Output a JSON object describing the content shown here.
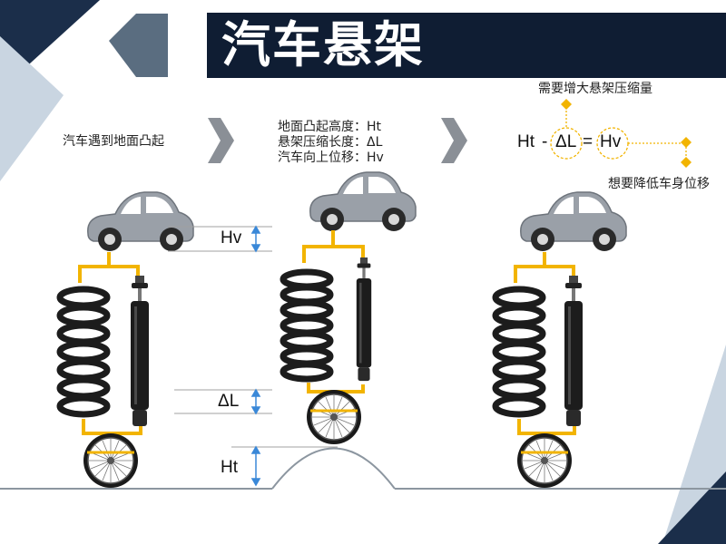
{
  "title": "汽车悬架",
  "panels": {
    "left_caption": "汽车遇到地面凸起",
    "middle_captions": [
      "地面凸起高度：Ht",
      "悬架压缩长度：ΔL",
      "汽车向上位移：Hv"
    ]
  },
  "formula": {
    "left_term": "Ht",
    "minus": "-",
    "middle_term": "ΔL",
    "equals": "=",
    "right_term": "Hv",
    "note_top": "需要增大悬架压缩量",
    "note_bottom": "想要降低车身位移"
  },
  "dimensions": {
    "hv_label": "Hv",
    "dl_label": "ΔL",
    "ht_label": "Ht"
  },
  "colors": {
    "title_bg": "#0f1d33",
    "accent_yellow": "#f2b400",
    "dimension_blue": "#3a88d8",
    "car_gray": "#9aa0a8",
    "spring_black": "#1c1c1c"
  }
}
